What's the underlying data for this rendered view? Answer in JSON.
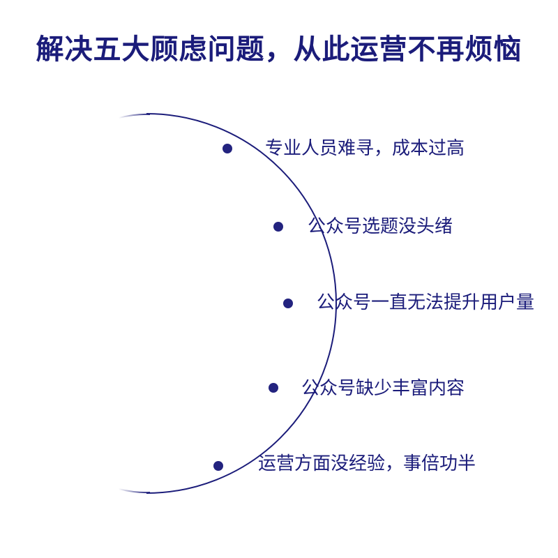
{
  "title": "解决五大顾虑问题，从此运营不再烦恼",
  "colors": {
    "accent": "#1b1c7a",
    "dot": "#23237f",
    "background": "#ffffff"
  },
  "items": [
    {
      "label": "专业人员难寻，成本过高"
    },
    {
      "label": "公众号选题没头绪"
    },
    {
      "label": "公众号一直无法提升用户量"
    },
    {
      "label": "公众号缺少丰富内容"
    },
    {
      "label": "运营方面没经验，事倍功半"
    }
  ]
}
